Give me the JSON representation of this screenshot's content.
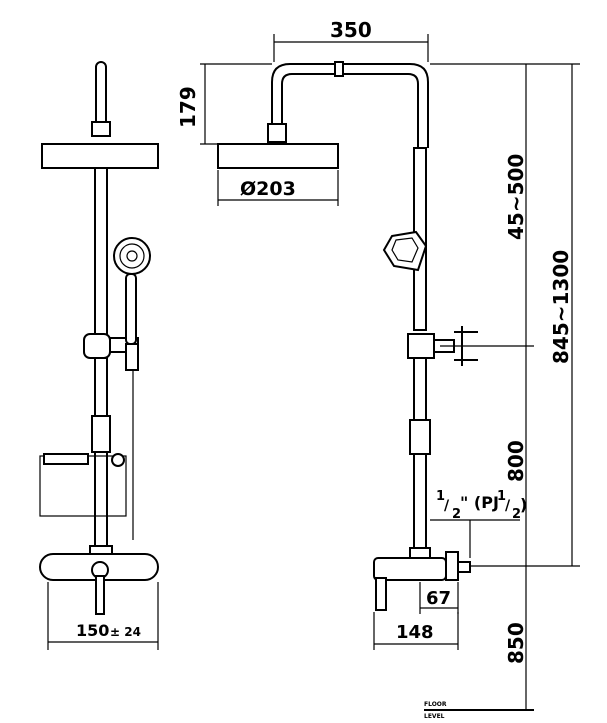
{
  "dimensions": {
    "arm_span": "350",
    "head_drop": "179",
    "head_diameter": "Ø203",
    "head_adjust": "45~500",
    "overall_height": "845~1300",
    "bracket_height": "800",
    "mixer_height": "850",
    "centers": "150",
    "centers_tol": "± 24",
    "mixer_projection": "148",
    "inlet_projection": "67",
    "inlet_size_a": "1",
    "inlet_size_b": "/",
    "inlet_size_c": "2",
    "inlet_size_d": "\" (PJ",
    "inlet_size_e": "1",
    "inlet_size_f": "/",
    "inlet_size_g": "2",
    "inlet_size_h": ")"
  },
  "floor_label_1": "FLOOR",
  "floor_label_2": "LEVEL"
}
